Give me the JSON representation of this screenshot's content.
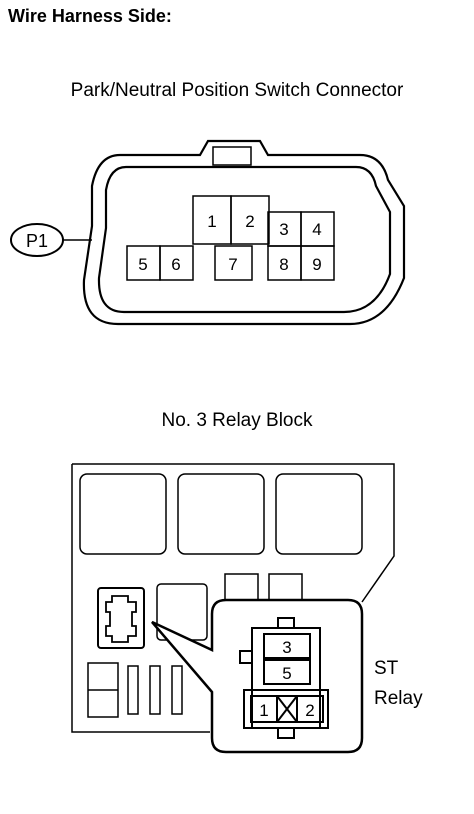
{
  "title": "Wire Harness Side:",
  "connector": {
    "label": "Park/Neutral Position Switch Connector",
    "id": "P1",
    "pins": [
      "1",
      "2",
      "3",
      "4",
      "5",
      "6",
      "7",
      "8",
      "9"
    ]
  },
  "relay_block": {
    "label": "No. 3 Relay Block",
    "relay_pins": [
      "3",
      "5",
      "1",
      "2"
    ],
    "relay_name": [
      "ST",
      "Relay"
    ]
  }
}
